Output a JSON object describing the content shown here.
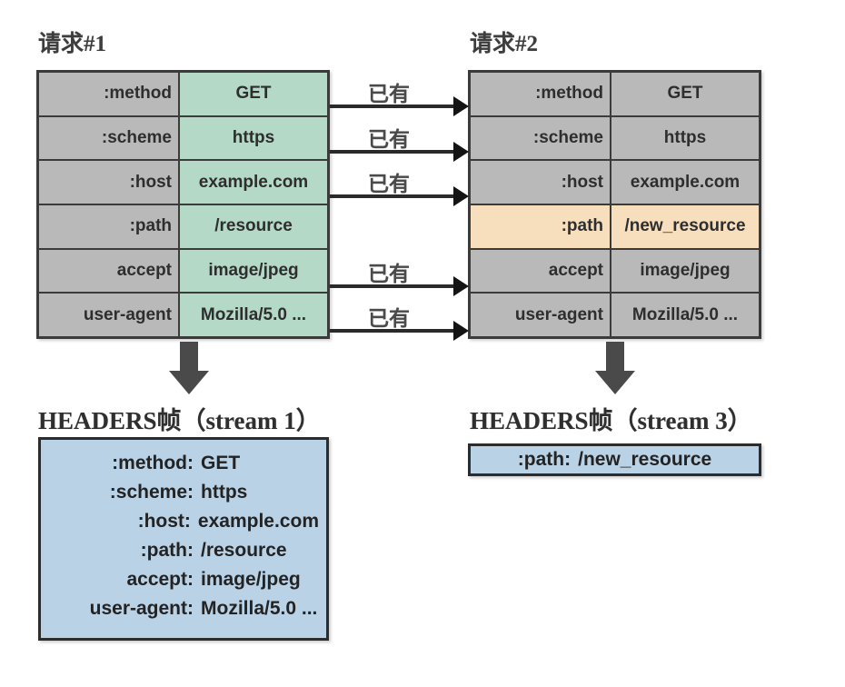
{
  "diagram": {
    "title_left": "请求#1",
    "title_right": "请求#2",
    "arrow_label": "已有"
  },
  "request1": {
    "title": "请求#1",
    "rows": [
      {
        "name": ":method",
        "value": "GET",
        "fill": "green",
        "linked": true
      },
      {
        "name": ":scheme",
        "value": "https",
        "fill": "green",
        "linked": true
      },
      {
        "name": ":host",
        "value": "example.com",
        "fill": "green",
        "linked": true
      },
      {
        "name": ":path",
        "value": "/resource",
        "fill": "green",
        "linked": false
      },
      {
        "name": "accept",
        "value": "image/jpeg",
        "fill": "green",
        "linked": true
      },
      {
        "name": "user-agent",
        "value": "Mozilla/5.0 ...",
        "fill": "green",
        "linked": true
      }
    ]
  },
  "request2": {
    "title": "请求#2",
    "rows": [
      {
        "name": ":method",
        "value": "GET",
        "fill": "gray",
        "linked": true
      },
      {
        "name": ":scheme",
        "value": "https",
        "fill": "gray",
        "linked": true
      },
      {
        "name": ":host",
        "value": "example.com",
        "fill": "gray",
        "linked": true
      },
      {
        "name": ":path",
        "value": "/new_resource",
        "fill": "peach",
        "linked": false
      },
      {
        "name": "accept",
        "value": "image/jpeg",
        "fill": "gray",
        "linked": true
      },
      {
        "name": "user-agent",
        "value": "Mozilla/5.0 ...",
        "fill": "gray",
        "linked": true
      }
    ]
  },
  "arrows": {
    "labels": [
      "已有",
      "已有",
      "已有",
      "已有",
      "已有"
    ]
  },
  "frame1": {
    "caption": "HEADERS帧（stream 1）",
    "lines": [
      {
        "key": ":method:",
        "value": "GET"
      },
      {
        "key": ":scheme:",
        "value": "https"
      },
      {
        "key": ":host:",
        "value": "example.com"
      },
      {
        "key": ":path:",
        "value": "/resource"
      },
      {
        "key": "accept:",
        "value": "image/jpeg"
      },
      {
        "key": "user-agent:",
        "value": "Mozilla/5.0 ..."
      }
    ]
  },
  "frame2": {
    "caption": "HEADERS帧（stream 3）",
    "lines": [
      {
        "key": ":path:",
        "value": "/new_resource"
      }
    ]
  },
  "colors": {
    "green_fill": "#b4d9c7",
    "gray_fill": "#b9b9b9",
    "peach_fill": "#f7dfbd",
    "blue_fill": "#b9d2e6",
    "border": "#3b3b3b",
    "arrow": "#4a4a4a"
  }
}
